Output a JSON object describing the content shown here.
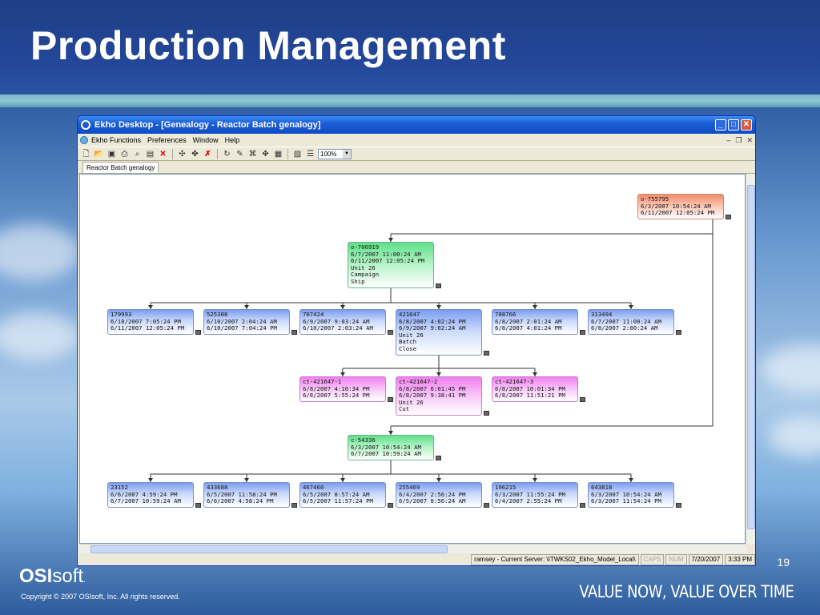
{
  "slide": {
    "title": "Production Management",
    "page_number": "19",
    "logo_bold": "OSI",
    "logo_light": "soft",
    "logo_mark": ".",
    "copyright": "Copyright © 2007 OSIsoft, Inc. All rights reserved.",
    "tagline": "VALUE NOW, VALUE OVER TIME"
  },
  "window": {
    "title": "Ekho Desktop - [Genealogy - Reactor Batch genalogy]",
    "menu": [
      "Ekho Functions",
      "Preferences",
      "Window",
      "Help"
    ],
    "zoom": "100%",
    "tab": "Reactor Batch genalogy",
    "status": {
      "server": "ramsey - Current Server: \\ITWKS02_Ekho_Model_Local\\",
      "caps": "CAPS",
      "num": "NUM",
      "date": "7/20/2007",
      "time": "3:33 PM"
    }
  },
  "nodes": [
    {
      "id": "o755795",
      "color": "orange",
      "lines": [
        "o-755795",
        "6/3/2007 10:54:24 AM",
        "6/11/2007 12:05:24 PM"
      ]
    },
    {
      "id": "o706919",
      "color": "green",
      "lines": [
        "o-706919",
        "6/7/2007 11:00:24 AM",
        "6/11/2007 12:05:24 PM",
        "Unit 26",
        "Campaign",
        "Ship"
      ]
    },
    {
      "id": "n179993",
      "color": "blue",
      "lines": [
        "179993",
        "6/10/2007 7:05:24 PM",
        "6/11/2007 12:05:24 PM"
      ]
    },
    {
      "id": "n525308",
      "color": "blue",
      "lines": [
        "525308",
        "6/10/2007 2:04:24 AM",
        "6/10/2007 7:04:24 PM"
      ]
    },
    {
      "id": "n707424",
      "color": "blue",
      "lines": [
        "707424",
        "6/9/2007 9:03:24 AM",
        "6/10/2007 2:03:24 AM"
      ]
    },
    {
      "id": "n421647",
      "color": "blue",
      "lines": [
        "421647",
        "6/8/2007 4:02:24 PM",
        "6/9/2007 9:02:24 AM",
        "Unit 26",
        "Batch",
        "Close"
      ]
    },
    {
      "id": "n708766",
      "color": "blue",
      "lines": [
        "708766",
        "6/8/2007 2:01:24 AM",
        "6/8/2007 4:01:24 PM"
      ]
    },
    {
      "id": "n313494",
      "color": "blue",
      "lines": [
        "313494",
        "6/7/2007 11:00:24 AM",
        "6/8/2007 2:00:24 AM"
      ]
    },
    {
      "id": "ct1",
      "color": "pink",
      "lines": [
        "ct-421647-1",
        "6/8/2007 4:10:34 PM",
        "6/8/2007 5:55:24 PM"
      ]
    },
    {
      "id": "ct2",
      "color": "pink",
      "lines": [
        "ct-421647-2",
        "6/8/2007 6:01:45 PM",
        "6/8/2007 9:38:41 PM",
        "Unit 26",
        "Cut"
      ]
    },
    {
      "id": "ct3",
      "color": "pink",
      "lines": [
        "ct-421647-3",
        "6/8/2007 10:01:34 PM",
        "6/8/2007 11:51:21 PM"
      ]
    },
    {
      "id": "c54336",
      "color": "green",
      "lines": [
        "c-54336",
        "6/3/2007 10:54:24 AM",
        "6/7/2007 10:59:24 AM"
      ]
    },
    {
      "id": "n23152",
      "color": "blue",
      "lines": [
        "23152",
        "6/6/2007 4:59:24 PM",
        "6/7/2007 10:59:24 AM"
      ]
    },
    {
      "id": "n433688",
      "color": "blue",
      "lines": [
        "433688",
        "6/5/2007 11:58:24 PM",
        "6/6/2007 4:58:24 PM"
      ]
    },
    {
      "id": "n467460",
      "color": "blue",
      "lines": [
        "467460",
        "6/5/2007 8:57:24 AM",
        "6/5/2007 11:57:24 PM"
      ]
    },
    {
      "id": "n255469",
      "color": "blue",
      "lines": [
        "255469",
        "6/4/2007 2:56:24 PM",
        "6/5/2007 8:56:24 AM"
      ]
    },
    {
      "id": "n196215",
      "color": "blue",
      "lines": [
        "196215",
        "6/3/2007 11:55:24 PM",
        "6/4/2007 2:55:24 PM"
      ]
    },
    {
      "id": "n643818",
      "color": "blue",
      "lines": [
        "643818",
        "6/3/2007 10:54:24 AM",
        "6/3/2007 11:54:24 PM"
      ]
    }
  ]
}
